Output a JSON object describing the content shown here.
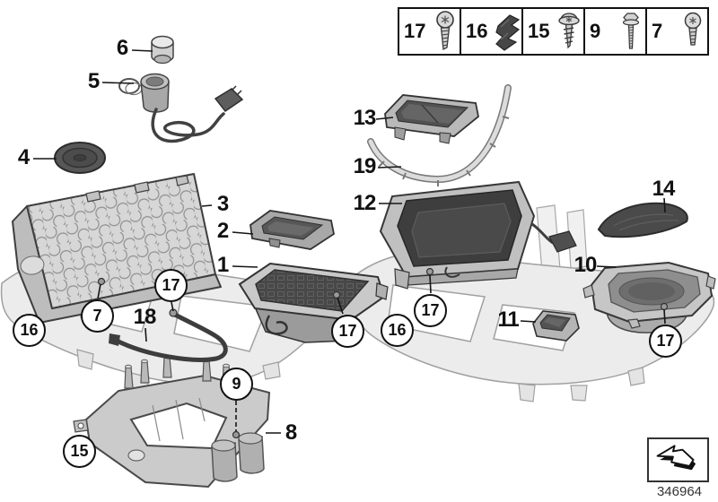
{
  "diagram": {
    "number": "346964"
  },
  "fastener_legend": {
    "items": [
      {
        "label": "17",
        "icon": "torx-pan-head-screw-icon"
      },
      {
        "label": "16",
        "icon": "sheet-metal-clip-icon"
      },
      {
        "label": "15",
        "icon": "washer-head-screw-icon"
      },
      {
        "label": "9",
        "icon": "hex-flange-screw-icon"
      },
      {
        "label": "7",
        "icon": "torx-button-screw-icon"
      }
    ]
  },
  "callouts": {
    "plain": [
      {
        "label": "6"
      },
      {
        "label": "5"
      },
      {
        "label": "4"
      },
      {
        "label": "3"
      },
      {
        "label": "2"
      },
      {
        "label": "1"
      },
      {
        "label": "13"
      },
      {
        "label": "19"
      },
      {
        "label": "12"
      },
      {
        "label": "14"
      },
      {
        "label": "10"
      },
      {
        "label": "11"
      },
      {
        "label": "8"
      },
      {
        "label": "18"
      }
    ],
    "circled": [
      {
        "label": "7"
      },
      {
        "label": "16"
      },
      {
        "label": "17"
      },
      {
        "label": "17"
      },
      {
        "label": "16"
      },
      {
        "label": "17"
      },
      {
        "label": "17"
      },
      {
        "label": "9"
      },
      {
        "label": "15"
      }
    ]
  },
  "nav": {
    "back_icon": "back-arrow-icon"
  },
  "colors": {
    "background": "#ffffff",
    "outline": "#1a1a1a",
    "part_fill": "#c9c9c9",
    "frame_fill": "#ececec",
    "dark_fill": "#3f3f3f"
  }
}
